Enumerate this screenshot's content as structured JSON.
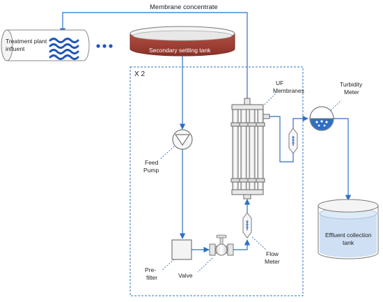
{
  "labels": {
    "membrane_concentrate": "Membrane concentrate",
    "influent_line1": "Treatment plant",
    "influent_line2": "influent",
    "ellipsis": "• • •",
    "settling_tank": "Secondary settling tank",
    "repeat_marker": "X 2",
    "uf_line1": "UF",
    "uf_line2": "Membranes",
    "turbidity_line1": "Turbidity",
    "turbidity_line2": "Meter",
    "feed_line1": "Feed",
    "feed_line2": "Pump",
    "effluent_line1": "Effluent collection",
    "effluent_line2": "tank",
    "flow_line1": "Flow",
    "flow_line2": "Meter",
    "prefilter_line1": "Pre-",
    "prefilter_line2": "filter",
    "valve": "Valve"
  },
  "colors": {
    "flow_line": "#2f6fc4",
    "callout": "#2f6fc4",
    "tank_liquid": "#a9443a",
    "tank_liquid_dark": "#8a3128",
    "water_waves": "#1f57b8",
    "equipment_fill": "#f2f2f2",
    "equipment_stroke": "#6e6e6e",
    "effluent_water": "#cfe0f4",
    "boundary_dashed": "#2f6fc4"
  }
}
